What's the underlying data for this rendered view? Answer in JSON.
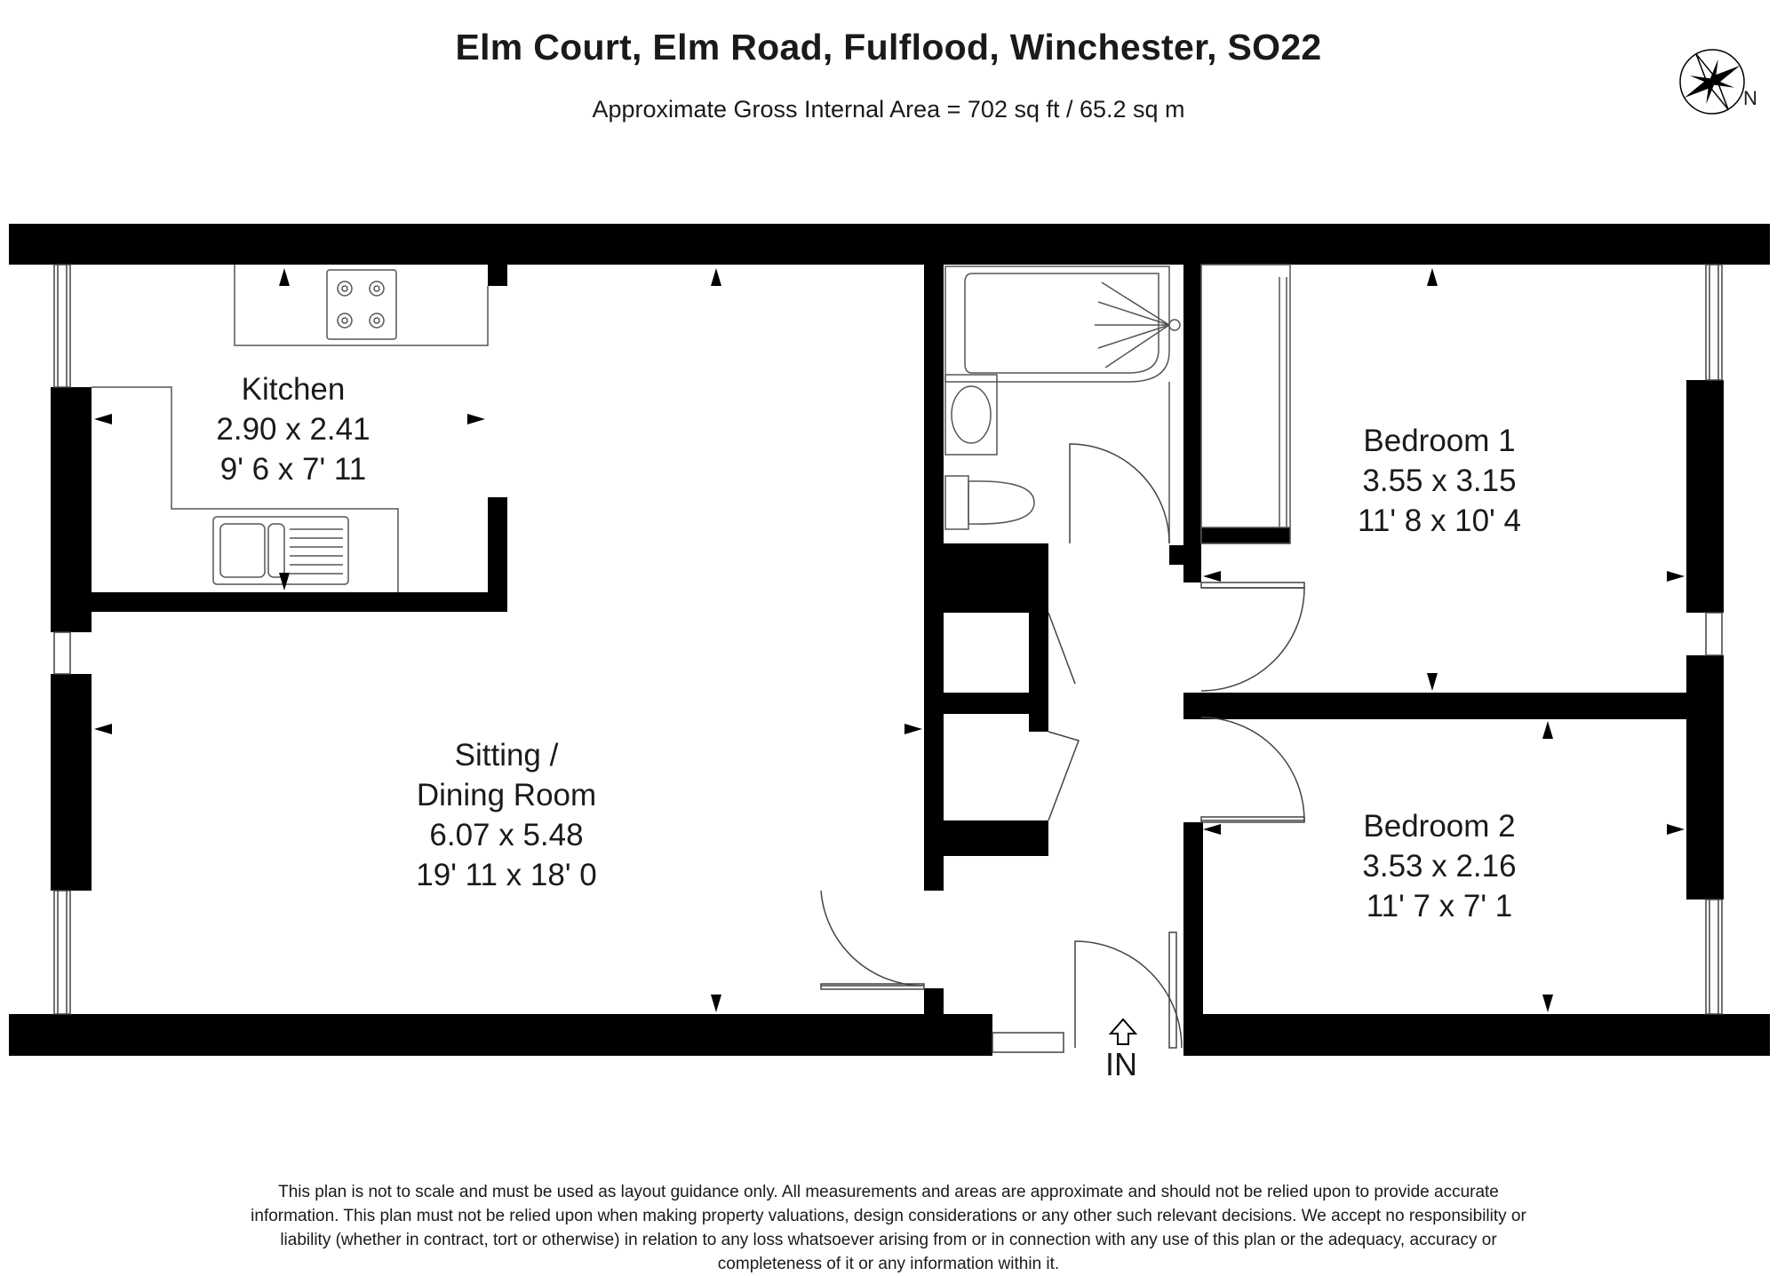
{
  "header": {
    "title": "Elm Court, Elm Road, Fulflood, Winchester, SO22",
    "subtitle": "Approximate Gross Internal Area = 702 sq ft / 65.2 sq m"
  },
  "compass": {
    "icon": "compass-rose-icon",
    "label": "N"
  },
  "rooms": {
    "kitchen": {
      "name": "Kitchen",
      "metric": "2.90 x 2.41",
      "imperial": "9' 6 x 7' 11"
    },
    "sitting": {
      "name_line1": "Sitting /",
      "name_line2": "Dining Room",
      "metric": "6.07 x 5.48",
      "imperial": "19' 11 x 18' 0"
    },
    "bedroom1": {
      "name": "Bedroom 1",
      "metric": "3.55 x 3.15",
      "imperial": "11' 8 x 10' 4"
    },
    "bedroom2": {
      "name": "Bedroom 2",
      "metric": "3.53 x 2.16",
      "imperial": "11' 7 x 7' 1"
    }
  },
  "entrance": {
    "label": "IN"
  },
  "disclaimer": "This plan is not to scale and must be used as layout guidance only. All measurements and areas are approximate and should not be relied upon to provide accurate information. This plan must not be relied upon when making property valuations, design considerations or any other such relevant decisions. We accept no responsibility or liability (whether in contract, tort or otherwise) in relation to any loss whatsoever arising from or in connection with any use of this plan or the adequacy, accuracy or completeness of it or any information within it.",
  "colors": {
    "wall": "#000000",
    "fixture": "#555555",
    "background": "#ffffff"
  }
}
